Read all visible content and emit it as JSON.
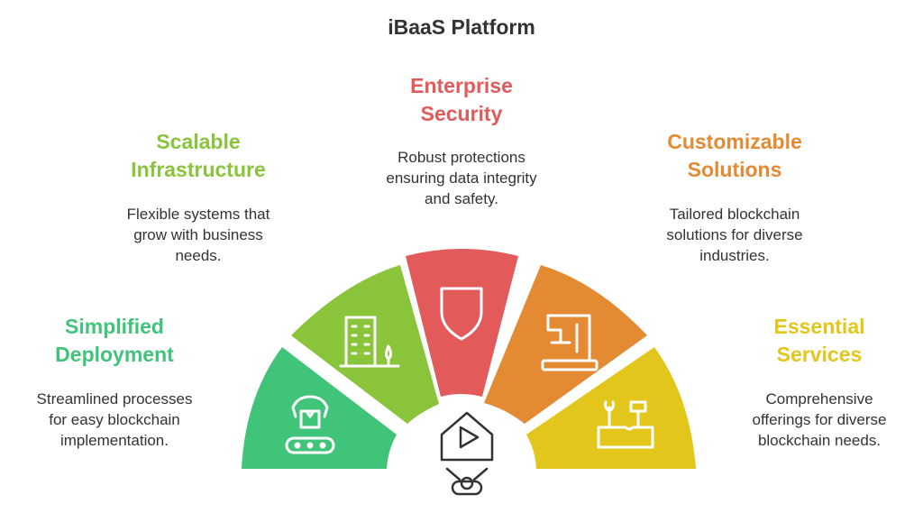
{
  "title": "iBaaS Platform",
  "colors": {
    "green": "#3fc47a",
    "lime": "#8ac43b",
    "red": "#e35a5a",
    "orange": "#e38a33",
    "yellow": "#e3c61c"
  },
  "center_icon": "house-play-robot-icon",
  "features": [
    {
      "heading_line1": "Simplified",
      "heading_line2": "Deployment",
      "desc_line1": "Streamlined processes",
      "desc_line2": "for easy blockchain",
      "desc_line3": "implementation.",
      "icon": "robot-arm-conveyor-icon"
    },
    {
      "heading_line1": "Scalable",
      "heading_line2": "Infrastructure",
      "desc_line1": "Flexible systems that",
      "desc_line2": "grow with business",
      "desc_line3": "needs.",
      "icon": "building-tree-icon"
    },
    {
      "heading_line1": "Enterprise",
      "heading_line2": "Security",
      "desc_line1": "Robust protections",
      "desc_line2": "ensuring data integrity",
      "desc_line3": "and safety.",
      "icon": "shield-icon"
    },
    {
      "heading_line1": "Customizable",
      "heading_line2": "Solutions",
      "desc_line1": "Tailored blockchain",
      "desc_line2": "solutions for diverse",
      "desc_line3": "industries.",
      "icon": "sewing-machine-icon"
    },
    {
      "heading_line1": "Essential",
      "heading_line2": "Services",
      "desc_line1": "Comprehensive",
      "desc_line2": "offerings for diverse",
      "desc_line3": "blockchain needs.",
      "icon": "toolbox-icon"
    }
  ]
}
